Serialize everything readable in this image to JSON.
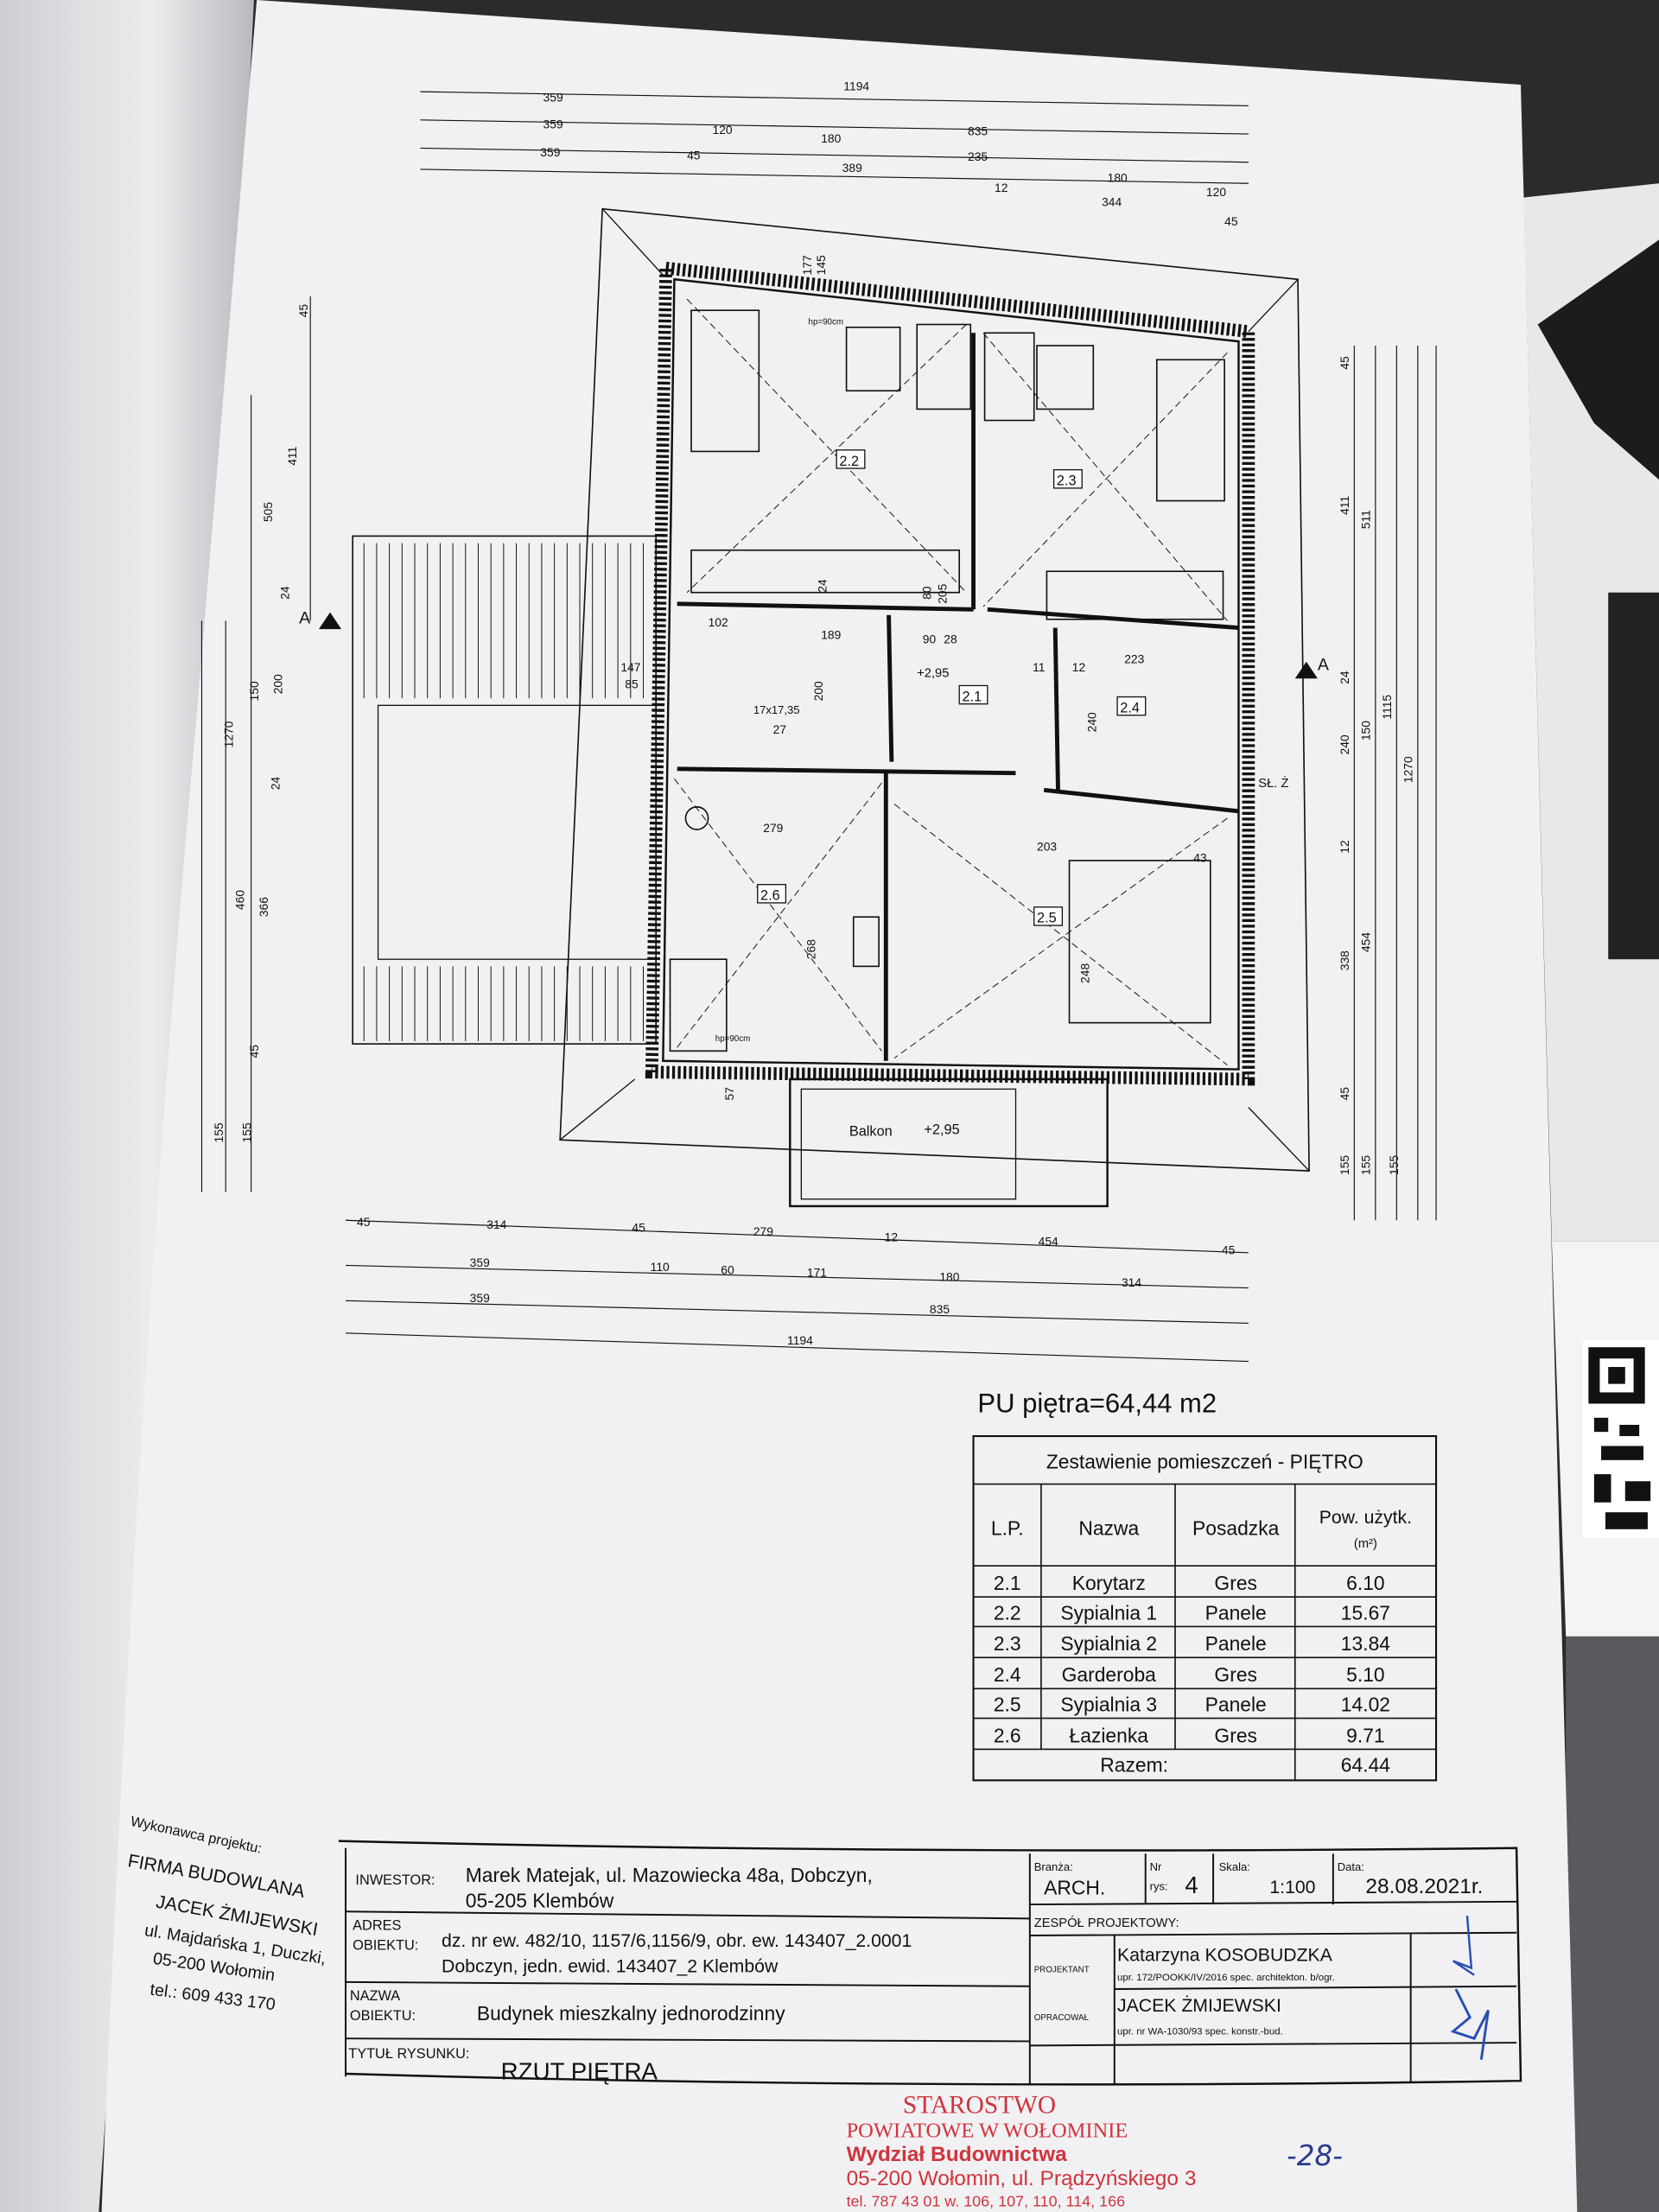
{
  "plan": {
    "rooms": [
      {
        "id": "2.1"
      },
      {
        "id": "2.2"
      },
      {
        "id": "2.3"
      },
      {
        "id": "2.4"
      },
      {
        "id": "2.5"
      },
      {
        "id": "2.6"
      }
    ],
    "balcony_label": "Balkon",
    "level_mark": "+2,95",
    "section_mark": "A",
    "chimney_label": "SŁ. Ż",
    "window_note": "hp=90cm",
    "stair_note": "17x17,35",
    "top_dims": [
      [
        "359",
        "1194"
      ],
      [
        "359",
        "120",
        "180",
        "835"
      ],
      [
        "359",
        "45",
        "389",
        "235",
        "180",
        "120"
      ],
      [
        "12",
        "344",
        "45"
      ]
    ],
    "bottom_dims": [
      [
        "45",
        "314",
        "45",
        "279",
        "12",
        "454",
        "45"
      ],
      [
        "359",
        "110",
        "60",
        "171",
        "180",
        "314"
      ],
      [
        "359",
        "835"
      ],
      [
        "1194"
      ]
    ],
    "left_dims": [
      "45",
      "411",
      "505",
      "24",
      "150",
      "200",
      "1270",
      "24",
      "460",
      "366",
      "45",
      "155",
      "155"
    ],
    "right_dims": [
      "45",
      "411",
      "511",
      "24",
      "240",
      "150",
      "1115",
      "1270",
      "12",
      "338",
      "454",
      "45",
      "155",
      "155",
      "155"
    ],
    "inner_dims": [
      "177",
      "145",
      "102",
      "189",
      "147",
      "85",
      "200",
      "27",
      "24",
      "80",
      "205",
      "90",
      "28",
      "11",
      "223",
      "12",
      "240",
      "279",
      "268",
      "203",
      "248",
      "43",
      "57"
    ]
  },
  "area_summary": "PU piętra=64,44 m2",
  "room_table": {
    "title": "Zestawienie pomieszczeń - PIĘTRO",
    "headers": [
      "L.P.",
      "Nazwa",
      "Posadzka",
      "Pow. użytk.",
      "(m²)"
    ],
    "rows": [
      [
        "2.1",
        "Korytarz",
        "Gres",
        "6.10"
      ],
      [
        "2.2",
        "Sypialnia 1",
        "Panele",
        "15.67"
      ],
      [
        "2.3",
        "Sypialnia 2",
        "Panele",
        "13.84"
      ],
      [
        "2.4",
        "Garderoba",
        "Gres",
        "5.10"
      ],
      [
        "2.5",
        "Sypialnia 3",
        "Panele",
        "14.02"
      ],
      [
        "2.6",
        "Łazienka",
        "Gres",
        "9.71"
      ]
    ],
    "total_label": "Razem:",
    "total_value": "64.44"
  },
  "contractor": {
    "label": "Wykonawca projektu:",
    "lines": [
      "FIRMA BUDOWLANA",
      "JACEK ŻMIJEWSKI",
      "ul. Majdańska 1, Duczki,",
      "05-200 Wołomin",
      "tel.: 609 433 170"
    ]
  },
  "title_block": {
    "investor_label": "INWESTOR:",
    "investor": [
      "Marek Matejak, ul. Mazowiecka 48a, Dobczyn,",
      "05-205 Klembów"
    ],
    "address_label": [
      "ADRES",
      "OBIEKTU:"
    ],
    "address": [
      "dz. nr ew. 482/10, 1157/6,1156/9, obr. ew. 143407_2.0001",
      "Dobczyn, jedn. ewid. 143407_2 Klembów"
    ],
    "name_label": [
      "NAZWA",
      "OBIEKTU:"
    ],
    "name": "Budynek mieszkalny jednorodzinny",
    "drawing_title_label": "TYTUŁ RYSUNKU:",
    "drawing_title": "RZUT  PIĘTRA",
    "branch_label": "Branża:",
    "branch": "ARCH.",
    "sheet_label": [
      "Nr",
      "rys:"
    ],
    "sheet": "4",
    "scale_label": "Skala:",
    "scale": "1:100",
    "date_label": "Data:",
    "date": "28.08.2021r.",
    "team_label": "ZESPÓŁ PROJEKTOWY:",
    "designer_label": "PROJEKTANT",
    "designer": "Katarzyna KOSOBUDZKA",
    "designer_license": "upr. 172/POOKK/IV/2016 spec. architekton. b/ogr.",
    "prepared_label": "OPRACOWAŁ",
    "prepared": "JACEK ŻMIJEWSKI",
    "prepared_license": "upr. nr WA-1030/93 spec. konstr.-bud."
  },
  "stamp": {
    "lines": [
      "STAROSTWO",
      "POWIATOWE W WOŁOMINIE",
      "Wydział Budownictwa",
      "05-200 Wołomin, ul. Prądzyńskiego 3",
      "tel. 787 43 01 w. 106, 107, 110, 114, 166"
    ],
    "color": "#d0343c"
  },
  "page_number": "-28-",
  "colors": {
    "ink": "#111111",
    "paper": "#f1f1f4",
    "pen": "#2b4fb0"
  }
}
